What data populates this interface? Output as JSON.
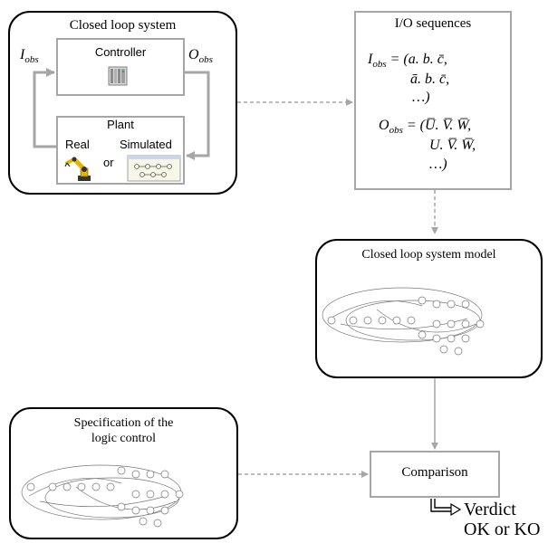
{
  "closed_loop": {
    "title": "Closed loop system",
    "input_label": "I",
    "input_sub": "obs",
    "output_label": "O",
    "output_sub": "obs",
    "controller_label": "Controller",
    "plant_label": "Plant",
    "real_label": "Real",
    "or_label": "or",
    "simulated_label": "Simulated"
  },
  "io_sequences": {
    "title": "I/O sequences",
    "iobs_var": "I",
    "iobs_sub": "obs",
    "iobs_line1": "= (a. b. c̄,",
    "iobs_line2": "ā. b. c̄,",
    "iobs_line3": "…)",
    "oobs_var": "O",
    "oobs_sub": "obs",
    "oobs_line1": "= (U̅. V̅. W̅,",
    "oobs_line2": "U. V̅. W̅,",
    "oobs_line3": "…)"
  },
  "model": {
    "title": "Closed loop system model"
  },
  "specification": {
    "title_line1": "Specification of the",
    "title_line2": "logic control"
  },
  "comparison": {
    "label": "Comparison"
  },
  "verdict": {
    "line1": "Verdict",
    "line2": "OK or KO"
  },
  "icons": {
    "controller": "plc-icon",
    "real_plant": "robot-arm-icon",
    "simulated_plant": "simulation-screen-icon",
    "model_graph": "state-graph-icon",
    "spec_graph": "state-graph-icon"
  },
  "colors": {
    "inner_border": "#a6a6a6",
    "arrow": "#a6a6a6",
    "robot": "#e8b400"
  }
}
